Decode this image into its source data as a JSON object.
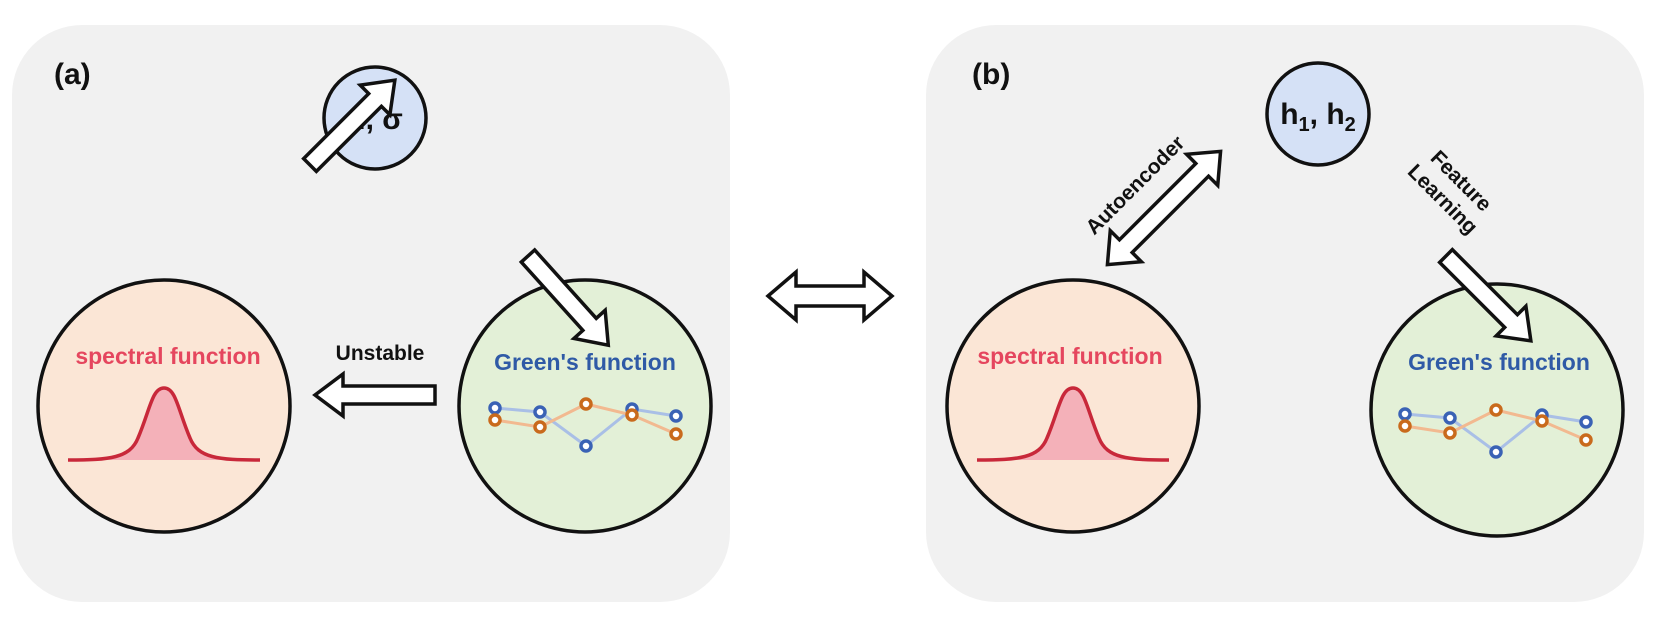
{
  "panel_a": {
    "label": "(a)",
    "param_node": "μ, σ",
    "spectral_label": "spectral function",
    "greens_label": "Green's function",
    "arrow_label": "Unstable"
  },
  "panel_b": {
    "label": "(b)",
    "latent_main_1": "h",
    "latent_sub_1": "1",
    "latent_sep": ", ",
    "latent_main_2": "h",
    "latent_sub_2": "2",
    "spectral_label": "spectral function",
    "greens_label": "Green's function",
    "autoencoder_label": "Autoencoder",
    "feature_label_line1": "Feature",
    "feature_label_line2": "Learning"
  },
  "colors": {
    "panel_bg": "#f1f1f1",
    "spectral_fill": "#fbe6d6",
    "greens_fill": "#e3f0d7",
    "latent_fill": "#d5e1f6",
    "spectral_text": "#e5465e",
    "greens_text": "#2f5aa6",
    "curve": "#c8283a",
    "curve_fill": "#f2a7b4",
    "series_blue": "#3a62b5",
    "series_orange": "#c96a1c"
  },
  "icons": [
    "hollow-arrow",
    "double-arrow",
    "gaussian-curve",
    "dot-series"
  ]
}
